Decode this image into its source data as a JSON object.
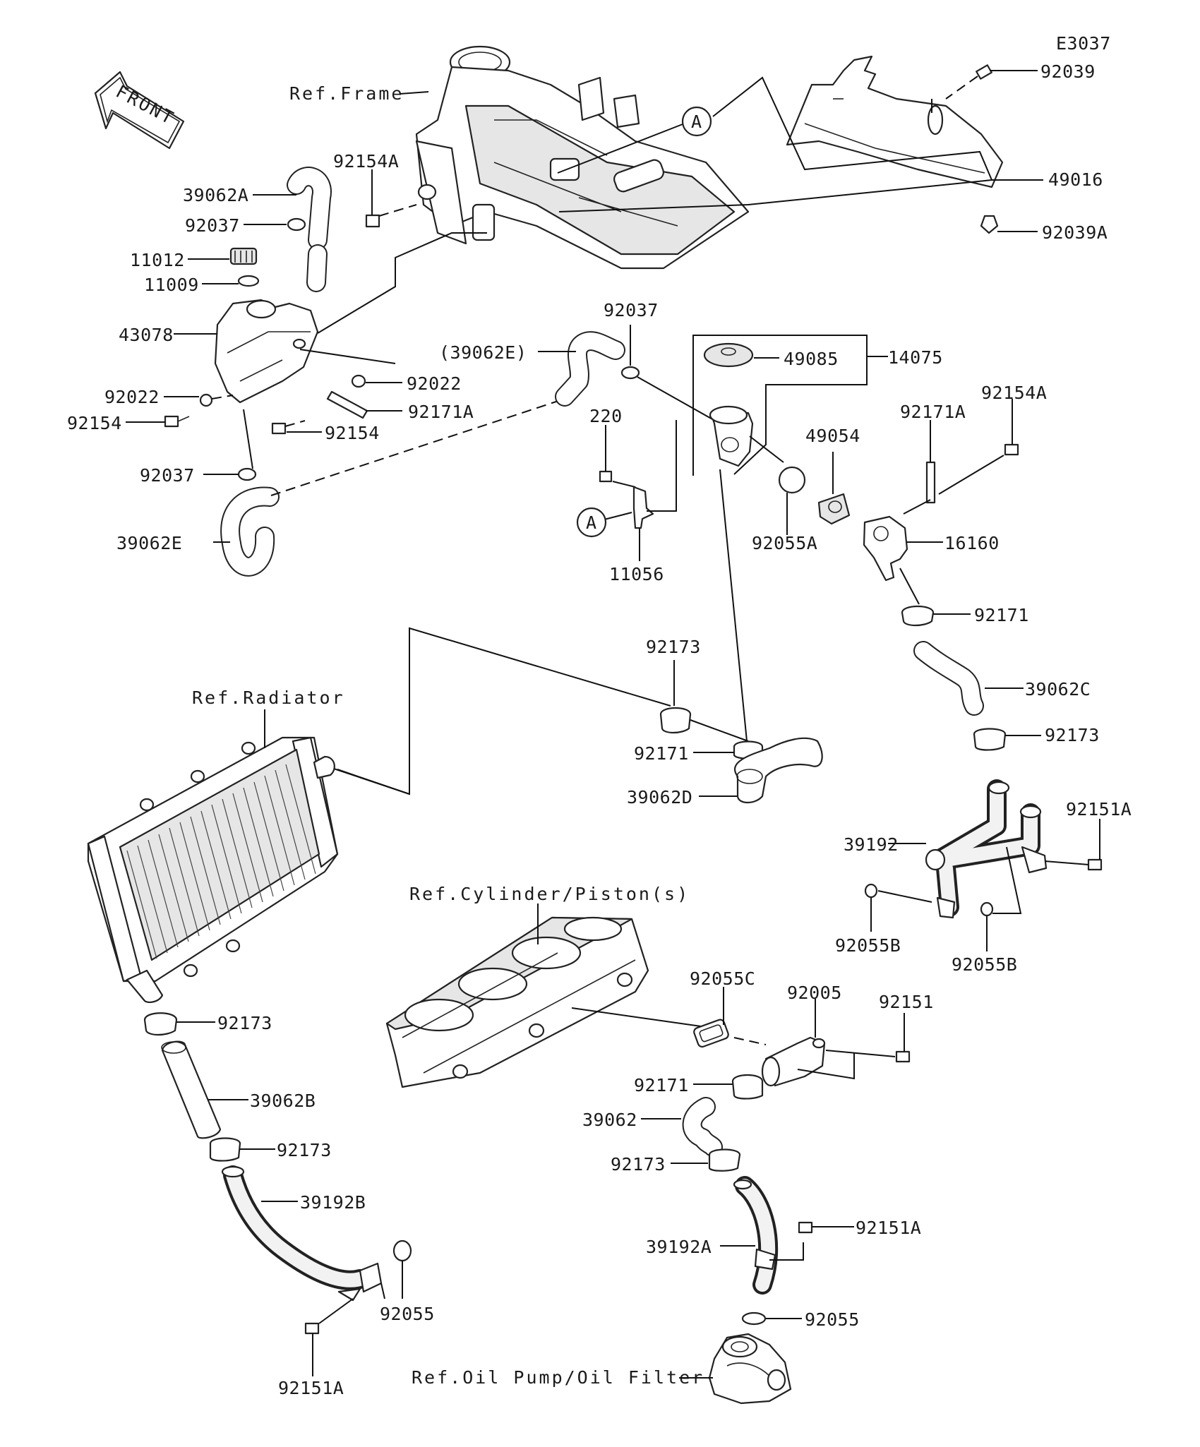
{
  "diagram_code": "E3037",
  "front_label": "FRONT",
  "callouts": {
    "a1": "A",
    "a2": "A"
  },
  "refs": {
    "frame": "Ref.Frame",
    "radiator": "Ref.Radiator",
    "cylinder": "Ref.Cylinder/Piston(s)",
    "oil_pump": "Ref.Oil Pump/Oil Filter"
  },
  "parts": {
    "p92039": "92039",
    "p49016": "49016",
    "p92039A": "92039A",
    "p92154A_top": "92154A",
    "p39062A": "39062A",
    "p92037_a": "92037",
    "p11012": "11012",
    "p11009": "11009",
    "p43078": "43078",
    "p92022_l": "92022",
    "p92022_r": "92022",
    "p92154_l": "92154",
    "p92171A_l": "92171A",
    "p92154_r": "92154",
    "p92037_b": "92037",
    "p39062E": "39062E",
    "p39062E_ref": "(39062E)",
    "p92037_c": "92037",
    "p49085": "49085",
    "p14075": "14075",
    "p220": "220",
    "p49054": "49054",
    "p92171A_r": "92171A",
    "p92154A_r": "92154A",
    "p92055A": "92055A",
    "p16160": "16160",
    "p11056": "11056",
    "p92171_r": "92171",
    "p39062C": "39062C",
    "p92173_mid": "92173",
    "p92171_mid": "92171",
    "p39062D": "39062D",
    "p92173_r": "92173",
    "p92151A_r": "92151A",
    "p39192": "39192",
    "p92055B_l": "92055B",
    "p92055B_r": "92055B",
    "p92055C": "92055C",
    "p92005": "92005",
    "p92151": "92151",
    "p92171_low": "92171",
    "p39062": "39062",
    "p92173_low": "92173",
    "p92151A_low": "92151A",
    "p39192A": "39192A",
    "p92055_low": "92055",
    "p92173_l1": "92173",
    "p39062B": "39062B",
    "p92173_l2": "92173",
    "p39192B": "39192B",
    "p92055_l": "92055",
    "p92151A_bl": "92151A"
  }
}
